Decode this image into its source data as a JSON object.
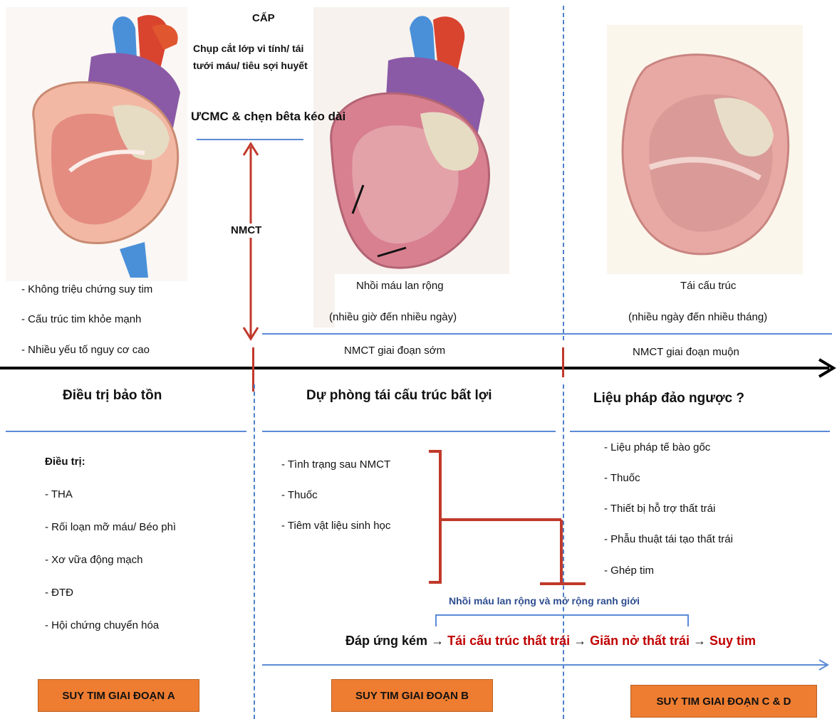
{
  "top": {
    "cap": "CẤP",
    "cap_detail_1": "Chụp cắt lớp vi tính/ tái",
    "cap_detail_2": "tưới máu/ tiêu sợi huyết",
    "long_term": "ƯCMC & chẹn bêta kéo dài",
    "nmct": "NMCT"
  },
  "stage_a": {
    "notes": [
      "- Không triệu chứng suy tim",
      "- Cấu trúc tim khỏe mạnh",
      "- Nhiều yếu tố nguy cơ cao"
    ],
    "heading": "Điều trị bảo tồn",
    "treatment_title": "Điều trị:",
    "treatments": [
      "- THA",
      "- Rối loạn mỡ máu/ Béo phì",
      "- Xơ vữa động mạch",
      "- ĐTĐ",
      "- Hội chứng chuyển hóa"
    ],
    "label": "SUY TIM GIAI ĐOẠN A"
  },
  "stage_b": {
    "caption_1": "Nhồi máu lan rộng",
    "caption_2": "(nhiều giờ đến nhiều ngày)",
    "phase": "NMCT giai đoạn sớm",
    "heading": "Dự phòng tái cấu trúc bất lợi",
    "items": [
      "- Tình trạng sau NMCT",
      "- Thuốc",
      "- Tiêm vật liệu sinh học"
    ],
    "label": "SUY TIM GIAI ĐOẠN B"
  },
  "stage_cd": {
    "caption_1": "Tái cấu trúc",
    "caption_2": "(nhiều ngày đến nhiều tháng)",
    "phase": "NMCT giai đoạn muộn",
    "heading": "Liệu pháp đảo ngược ?",
    "items": [
      "- Liệu pháp tế bào gốc",
      "- Thuốc",
      "- Thiết bị hỗ trợ thất trái",
      "- Phẫu thuật tái tạo thất trái",
      "- Ghép tim"
    ],
    "label": "SUY TIM GIAI ĐOẠN C & D"
  },
  "progression": {
    "bracket_note": "Nhồi máu lan rộng và mở rộng ranh giới",
    "step_1": "Đáp ứng kém",
    "arrow": "→",
    "step_2": "Tái cấu trúc thất trái",
    "step_3": "Giãn nở thất trái",
    "step_4": "Suy tim"
  },
  "colors": {
    "stage_box": "#ee7d31",
    "red_accent": "#c00000",
    "divider_blue": "#5b8bd6",
    "note_blue": "#2e4d8f"
  }
}
